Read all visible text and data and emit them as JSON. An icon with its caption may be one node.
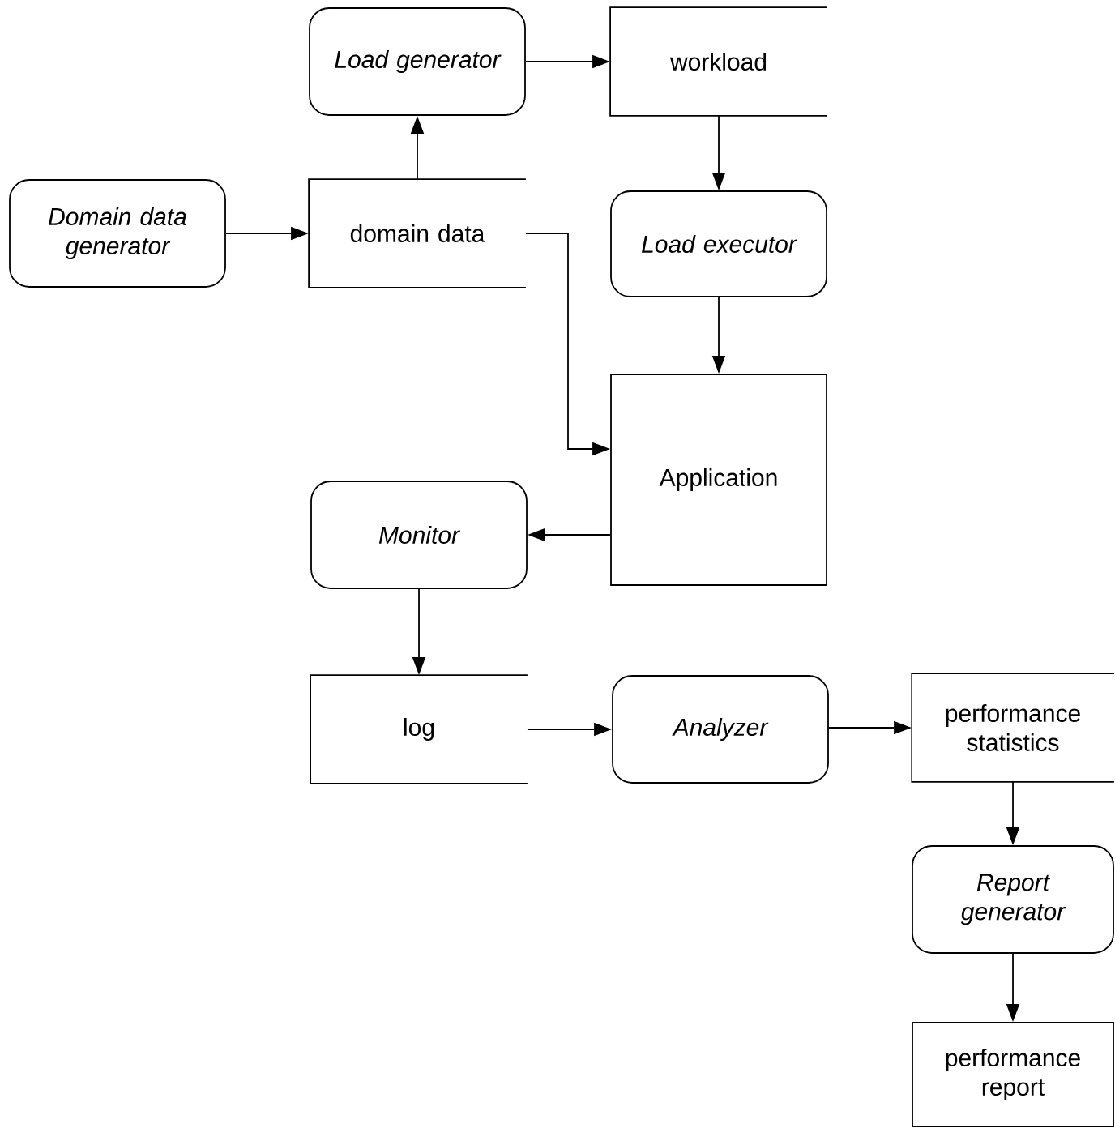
{
  "diagram": {
    "nodes": [
      {
        "text": [
          "Domain data generator"
        ]
      },
      {
        "text": [
          "domain data"
        ]
      },
      {
        "text": [
          "Load generator"
        ]
      },
      {
        "text": [
          "workload"
        ]
      },
      {
        "text": [
          "Load executor"
        ]
      },
      {
        "text": [
          "Application"
        ]
      },
      {
        "text": [
          "Monitor"
        ]
      },
      {
        "text": [
          "log"
        ]
      },
      {
        "text": [
          "Analyzer"
        ]
      },
      {
        "text": [
          "performance statistics"
        ]
      },
      {
        "text": [
          "Report generator"
        ]
      },
      {
        "text": [
          "performance report"
        ]
      }
    ],
    "edges": [
      {
        "from": 0,
        "to": 1,
        "arrow": "to"
      },
      {
        "from": 1,
        "to": 2,
        "arrow": "to"
      },
      {
        "from": 2,
        "to": 3,
        "arrow": "to"
      },
      {
        "from": 3,
        "to": 4,
        "arrow": "to"
      },
      {
        "from": 4,
        "to": 5,
        "arrow": "to"
      },
      {
        "from": 1,
        "to": 5,
        "arrow": "to"
      },
      {
        "from": 5,
        "to": 6,
        "arrow": "to"
      },
      {
        "from": 6,
        "to": 7,
        "arrow": "to"
      },
      {
        "from": 7,
        "to": 8,
        "arrow": "to"
      },
      {
        "from": 8,
        "to": 9,
        "arrow": "to"
      },
      {
        "from": 9,
        "to": 10,
        "arrow": "to"
      },
      {
        "from": 10,
        "to": 11,
        "arrow": "to"
      }
    ]
  }
}
